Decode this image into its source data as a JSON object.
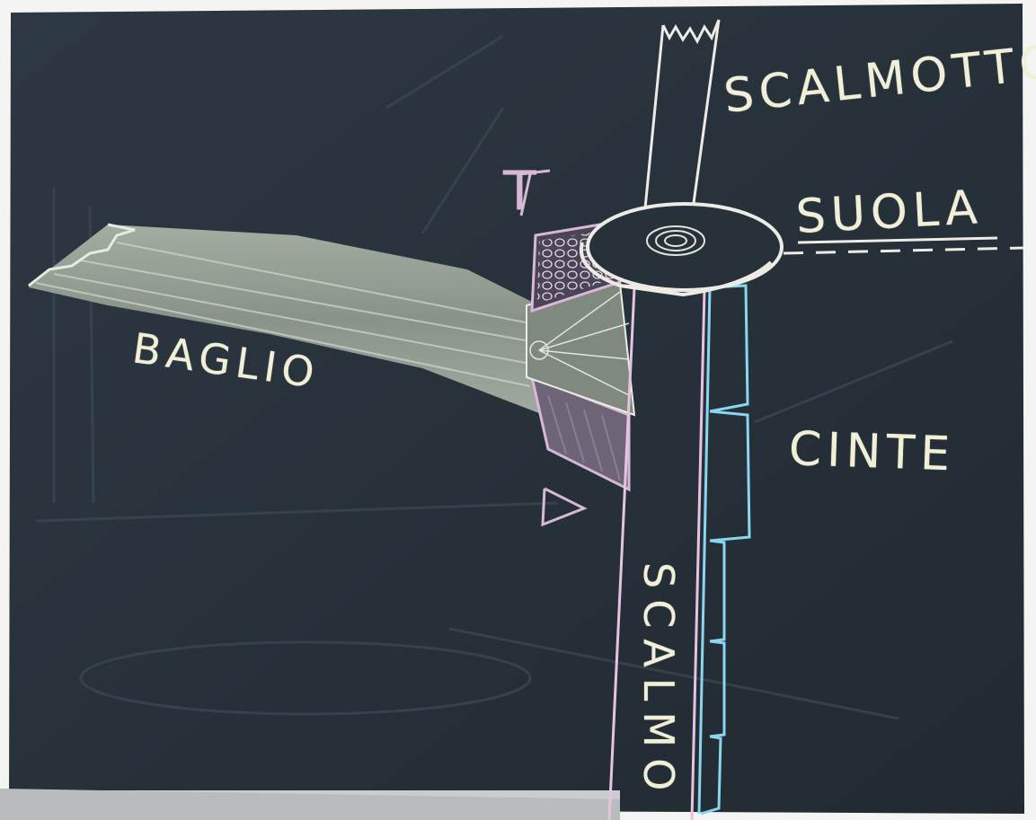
{
  "scene": {
    "kind": "chalkboard drawing",
    "colors": {
      "board": "#27313a",
      "chalk_white": "#e9ece4",
      "chalk_pink": "#d9b7d6",
      "chalk_cyan": "#8ad6f0",
      "chalk_yellow_white": "#f1f0d6"
    }
  },
  "labels": {
    "scalmotto": "SCALMOTTO",
    "suola": "SUOLA",
    "baglio": "BAGLIO",
    "cinte": "CINTE",
    "scalmo": "SCALMO",
    "t_mark": "T"
  }
}
